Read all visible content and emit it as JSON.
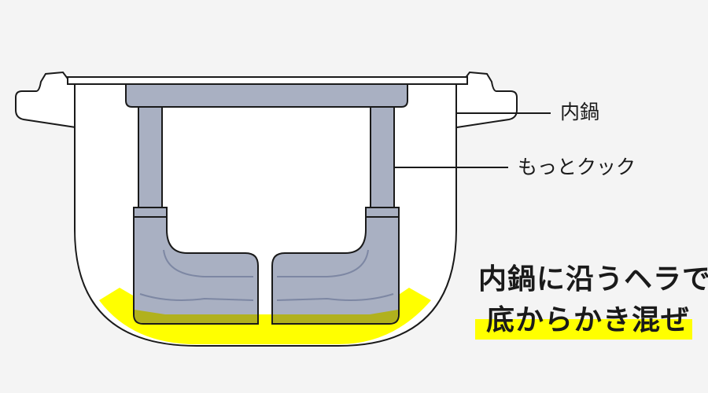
{
  "labels": {
    "inner_pot": "内鍋",
    "accessory": "もっとクック"
  },
  "caption": {
    "line1": "内鍋に沿うヘラで",
    "line2": "底からかき混ぜ"
  },
  "colors": {
    "background": "#f4f4f4",
    "outline": "#1a1a1a",
    "pot_fill": "#ffffff",
    "paddle_fill": "#a9b0c2",
    "paddle_stroke": "#1a1a1a",
    "paddle_groove": "#7d87a3",
    "highlight_yellow": "#ffff00",
    "overlap_olive": "#b3b200",
    "accent_text": "#1a1a1a"
  }
}
